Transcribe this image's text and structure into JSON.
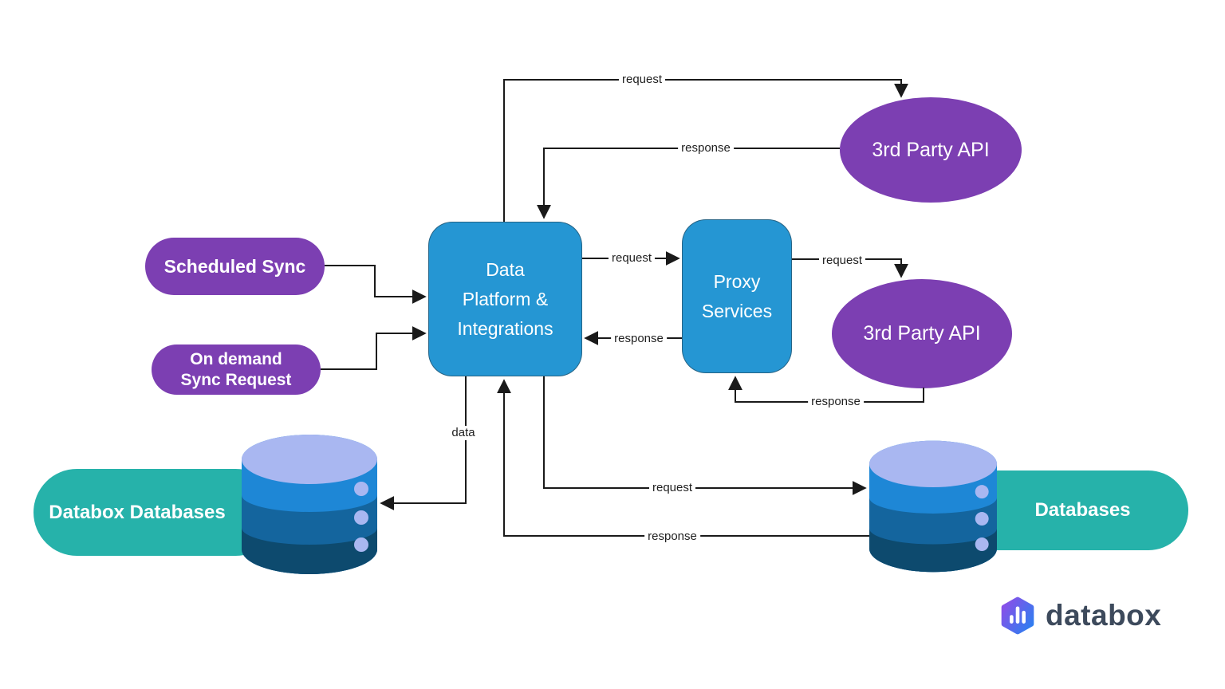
{
  "diagram": {
    "nodes": {
      "scheduled_sync": "Scheduled Sync",
      "on_demand_sync": "On demand\nSync Request",
      "data_platform": "Data\nPlatform &\nIntegrations",
      "proxy_services": "Proxy\nServices",
      "third_party_api_top": "3rd Party API",
      "third_party_api_mid": "3rd Party API",
      "databox_databases": "Databox Databases",
      "databases": "Databases"
    },
    "edge_labels": {
      "platform_to_api_request": "request",
      "api_to_platform_response": "response",
      "platform_to_proxy_request": "request",
      "proxy_to_platform_response": "response",
      "proxy_to_api_request": "request",
      "api_to_proxy_response": "response",
      "platform_to_databox_data": "data",
      "platform_to_databases_request": "request",
      "databases_to_platform_response": "response"
    },
    "colors": {
      "node_blue": "#2596d3",
      "node_purple": "#7c3fb2",
      "node_teal": "#26b2aa",
      "cylinder_top": "#a9b7f1",
      "cylinder_band1": "#1e87d6",
      "cylinder_band2": "#14659e",
      "cylinder_band3": "#0d4a6e",
      "connector": "#1a1a1a",
      "logo_grad_start": "#8a4fe8",
      "logo_grad_end": "#2e7ef0",
      "logo_text": "#3d4a5c"
    }
  },
  "logo": {
    "wordmark": "databox"
  }
}
